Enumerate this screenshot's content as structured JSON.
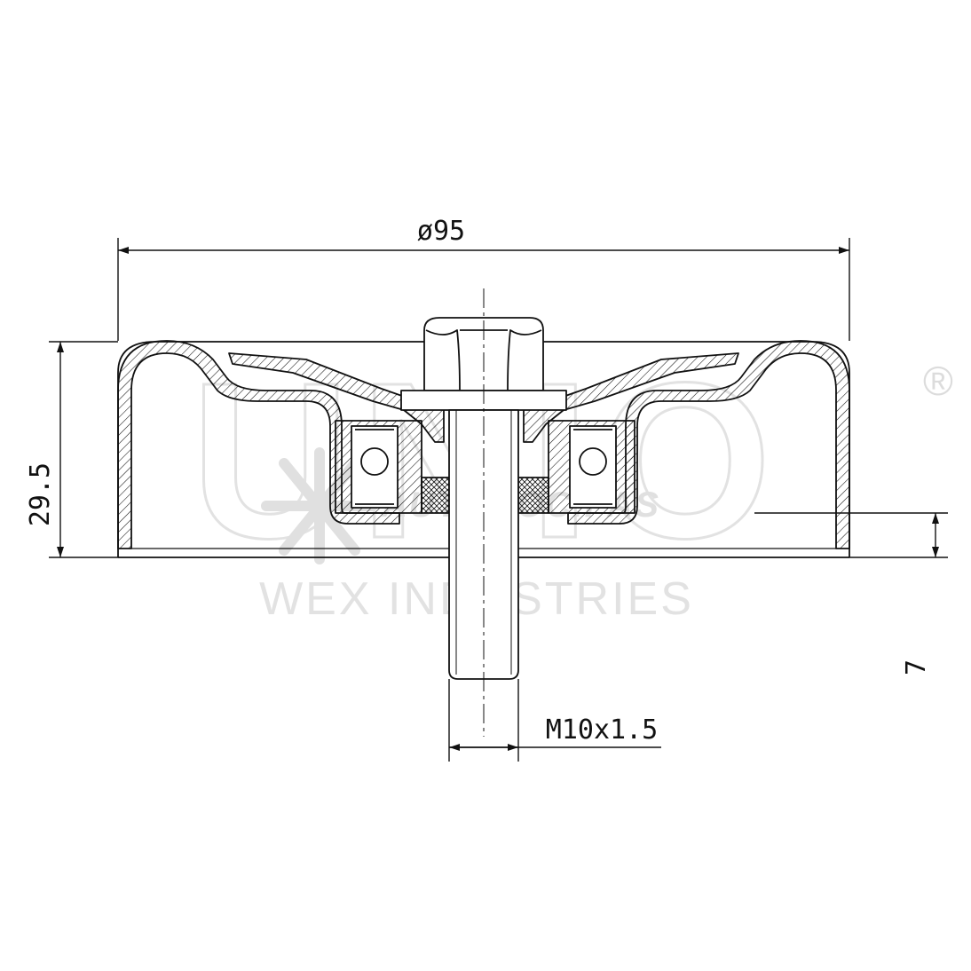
{
  "colors": {
    "line": "#111111",
    "watermark": "#e4e4e4",
    "background": "#ffffff"
  },
  "dimensions": {
    "diameter": "ø95",
    "height": "29.5",
    "offset": "7",
    "thread": "M10x1.5"
  },
  "watermark": {
    "brand": "UNIO",
    "registered": "®",
    "partner": "AUTODOC.PAS",
    "company": "WEX INDUSTRIES",
    "icon": "snowflake-logo-icon"
  }
}
